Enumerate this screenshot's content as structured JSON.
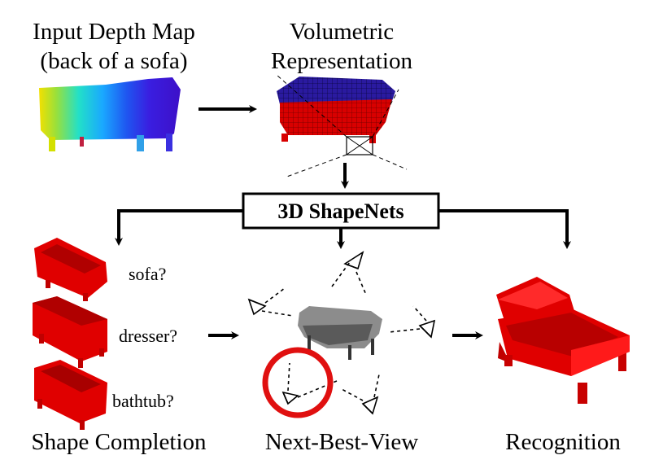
{
  "input": {
    "line1": "Input Depth Map",
    "line2": "(back of a sofa)"
  },
  "volumetric": {
    "line1": "Volumetric",
    "line2": "Representation"
  },
  "network": {
    "label": "3D ShapeNets"
  },
  "shape_completion": {
    "title": "Shape Completion",
    "candidates": [
      "sofa?",
      "dresser?",
      "bathtub?"
    ]
  },
  "next_best_view": {
    "title": "Next-Best-View"
  },
  "recognition": {
    "title": "Recognition"
  },
  "colors": {
    "object_red": "#e00000",
    "voxel_blue": "#2a1aa0",
    "highlight_circle": "#e01010",
    "gray_sofa": "#8c8c8c"
  }
}
